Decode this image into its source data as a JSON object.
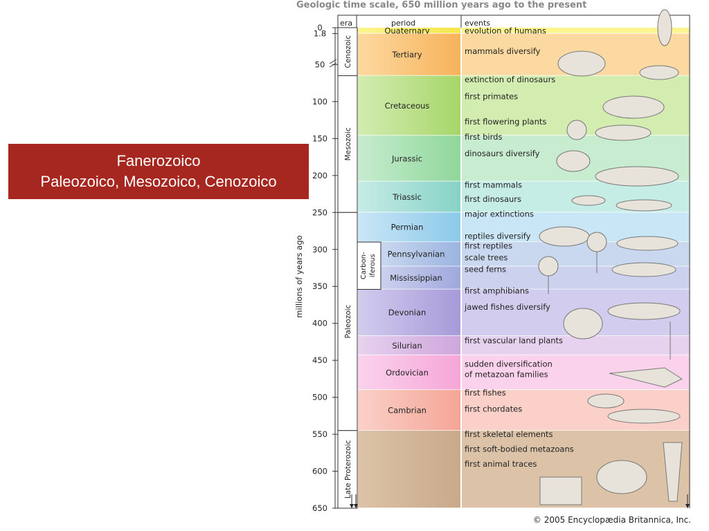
{
  "slide": {
    "title_line1": "Fanerozoico",
    "title_line2": "Paleozoico, Mesozoico, Cenozoico"
  },
  "chart_data": {
    "type": "table",
    "title": "Geologic time scale, 650 million years ago to the present",
    "ylabel": "millions of years ago",
    "ylim": [
      0,
      650
    ],
    "headers": {
      "era": "era",
      "period": "period",
      "events": "events"
    },
    "ticks": [
      {
        "label": "0",
        "value": 0
      },
      {
        "label": "1.8",
        "value": 8
      },
      {
        "label": "50",
        "value": 50
      },
      {
        "label": "100",
        "value": 100
      },
      {
        "label": "150",
        "value": 150
      },
      {
        "label": "200",
        "value": 200
      },
      {
        "label": "250",
        "value": 250
      },
      {
        "label": "300",
        "value": 300
      },
      {
        "label": "350",
        "value": 350
      },
      {
        "label": "400",
        "value": 400
      },
      {
        "label": "450",
        "value": 450
      },
      {
        "label": "500",
        "value": 500
      },
      {
        "label": "550",
        "value": 550
      },
      {
        "label": "600",
        "value": 600
      },
      {
        "label": "650",
        "value": 650
      }
    ],
    "eras": [
      {
        "name": "Cenozoic",
        "start": 0,
        "end": 65
      },
      {
        "name": "Mesozoic",
        "start": 65,
        "end": 250
      },
      {
        "name": "Paleozoic",
        "start": 250,
        "end": 545
      },
      {
        "name": "Late Proterozoic",
        "start": 545,
        "end": 650
      }
    ],
    "subgroups": [
      {
        "name": "Carbon-\niferous",
        "start": 290,
        "end": 354
      }
    ],
    "periods": [
      {
        "name": "Quaternary",
        "start": 0,
        "end": 8,
        "color": "#f5e64a",
        "bg": "#fbf58f"
      },
      {
        "name": "Tertiary",
        "start": 8,
        "end": 65,
        "color": "#f7b25a",
        "bg": "#fcd9a0"
      },
      {
        "name": "Cretaceous",
        "start": 65,
        "end": 146,
        "color": "#a7d66a",
        "bg": "#d3ecb0"
      },
      {
        "name": "Jurassic",
        "start": 146,
        "end": 208,
        "color": "#8fd79a",
        "bg": "#c7ecd0"
      },
      {
        "name": "Triassic",
        "start": 208,
        "end": 250,
        "color": "#86d2c6",
        "bg": "#c6ece6"
      },
      {
        "name": "Permian",
        "start": 250,
        "end": 290,
        "color": "#8cc9ea",
        "bg": "#c9e6f6"
      },
      {
        "name": "Pennsylvanian",
        "start": 290,
        "end": 323,
        "color": "#9bb4df",
        "bg": "#c9d7ef",
        "sub": true
      },
      {
        "name": "Mississippian",
        "start": 323,
        "end": 354,
        "color": "#9fa8dc",
        "bg": "#ccd1ee",
        "sub": true
      },
      {
        "name": "Devonian",
        "start": 354,
        "end": 417,
        "color": "#a79ad9",
        "bg": "#d2ccee"
      },
      {
        "name": "Silurian",
        "start": 417,
        "end": 443,
        "color": "#cfa6dc",
        "bg": "#e6d2ee"
      },
      {
        "name": "Ordovician",
        "start": 443,
        "end": 490,
        "color": "#f6a6d8",
        "bg": "#fbd2ec"
      },
      {
        "name": "Cambrian",
        "start": 490,
        "end": 545,
        "color": "#f5a596",
        "bg": "#fad0c8"
      },
      {
        "name": "",
        "start": 545,
        "end": 650,
        "color": "#c9a98a",
        "bg": "#dcc3a8"
      }
    ],
    "events": [
      {
        "text": "evolution of humans",
        "value": 4
      },
      {
        "text": "mammals diversify",
        "value": 32
      },
      {
        "text": "extinction of dinosaurs",
        "value": 70
      },
      {
        "text": "first primates",
        "value": 93
      },
      {
        "text": "first flowering plants",
        "value": 127
      },
      {
        "text": "first birds",
        "value": 148
      },
      {
        "text": "dinosaurs diversify",
        "value": 170
      },
      {
        "text": "first mammals",
        "value": 213
      },
      {
        "text": "first dinosaurs",
        "value": 232
      },
      {
        "text": "major extinctions",
        "value": 252
      },
      {
        "text": "reptiles diversify",
        "value": 282
      },
      {
        "text": "first reptiles",
        "value": 295
      },
      {
        "text": "scale trees",
        "value": 311
      },
      {
        "text": "seed ferns",
        "value": 327
      },
      {
        "text": "first amphibians",
        "value": 356
      },
      {
        "text": "jawed fishes diversify",
        "value": 378
      },
      {
        "text": "first vascular land plants",
        "value": 423
      },
      {
        "text": "sudden diversification",
        "value": 455
      },
      {
        "text": "of metazoan families",
        "value": 469
      },
      {
        "text": "first fishes",
        "value": 494
      },
      {
        "text": "first chordates",
        "value": 516
      },
      {
        "text": "first skeletal elements",
        "value": 550
      },
      {
        "text": "first soft-bodied metazoans",
        "value": 570
      },
      {
        "text": "first animal traces",
        "value": 590
      }
    ],
    "copyright": "© 2005 Encyclopædia Britannica, Inc."
  }
}
